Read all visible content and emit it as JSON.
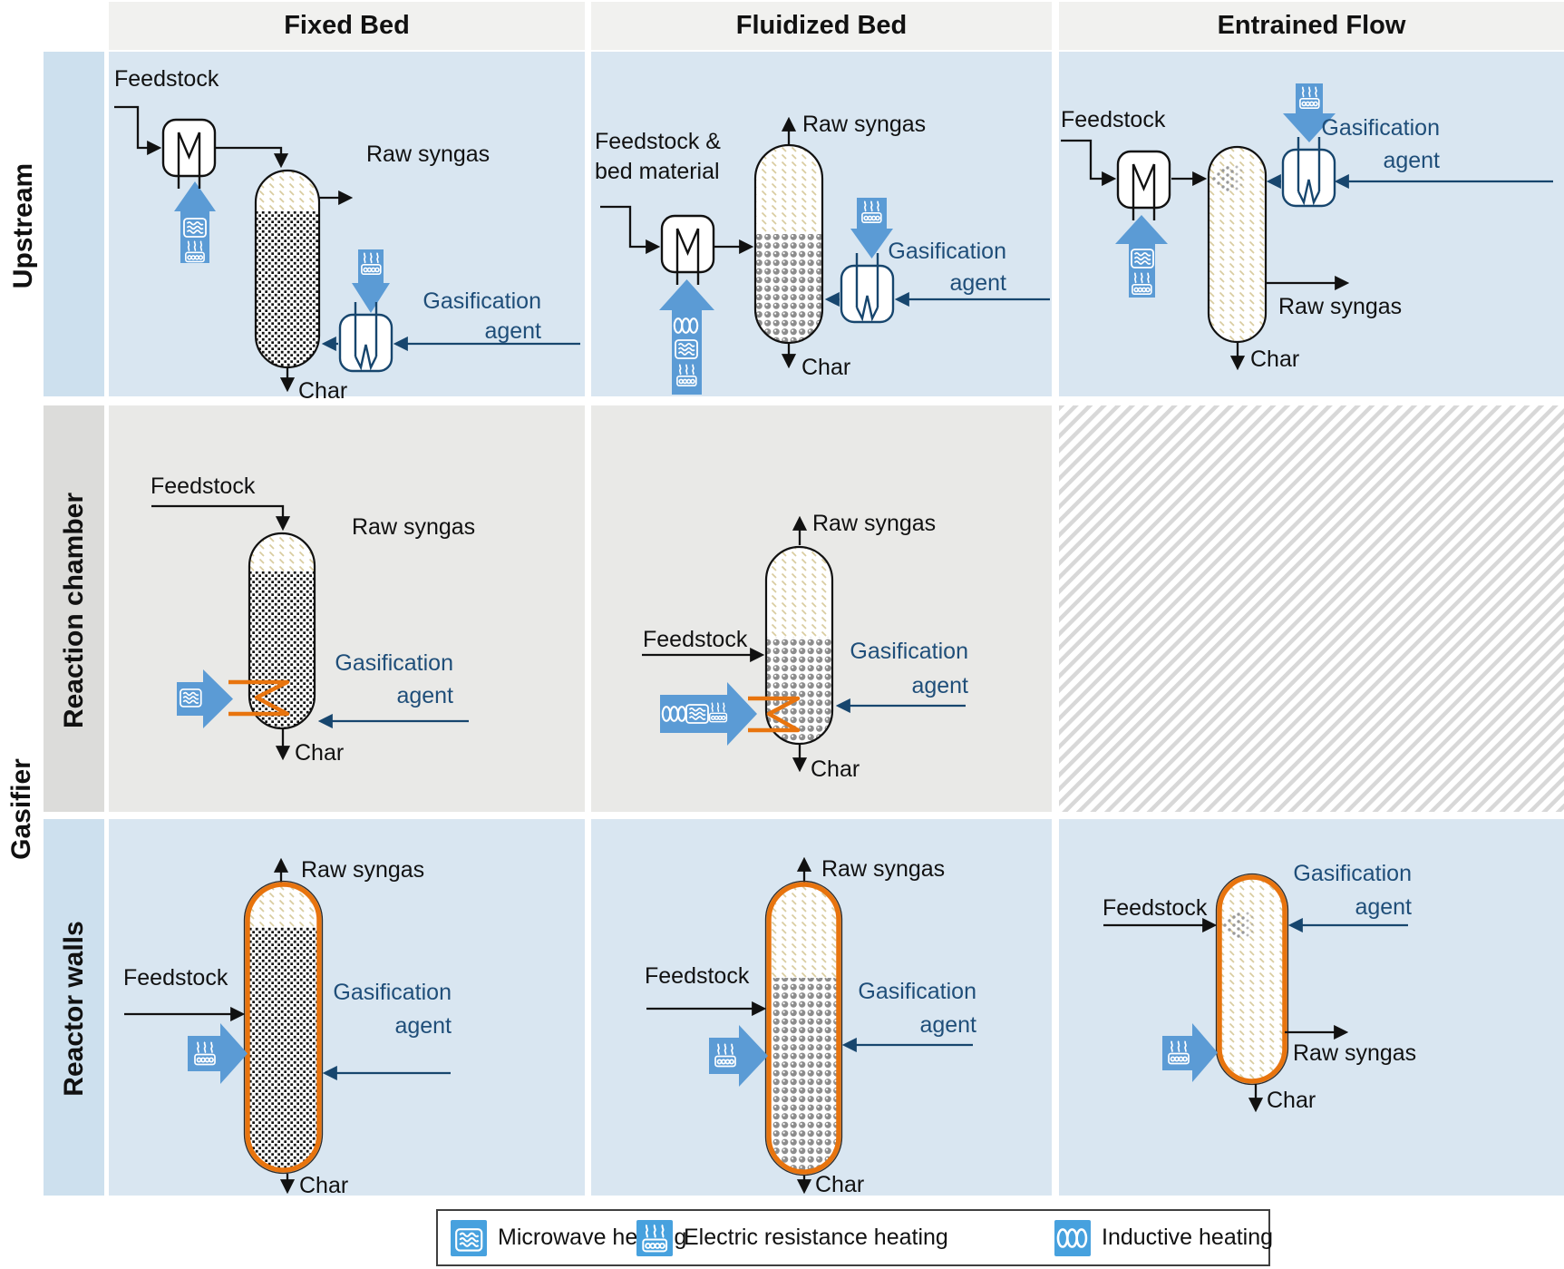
{
  "columns": [
    "Fixed Bed",
    "Fluidized Bed",
    "Entrained Flow"
  ],
  "row_groups": {
    "upstream": "Upstream",
    "gasifier": "Gasifier",
    "reaction_chamber": "Reaction chamber",
    "reactor_walls": "Reactor walls"
  },
  "labels": {
    "feedstock": "Feedstock",
    "feedstock_bed_1": "Feedstock &",
    "feedstock_bed_2": "bed material",
    "raw_syngas": "Raw syngas",
    "char": "Char",
    "gasification": "Gasification",
    "agent": "agent"
  },
  "legend": {
    "microwave": "Microwave heating",
    "electric_resistance": "Electric resistance heating",
    "inductive": "Inductive heating"
  },
  "matrix": {
    "upstream": {
      "fixed_bed": {
        "feedstock_heating": [
          "microwave",
          "electric_resistance"
        ],
        "agent_heating": [
          "electric_resistance"
        ]
      },
      "fluidized_bed": {
        "feedstock_heating": [
          "inductive",
          "microwave",
          "electric_resistance"
        ],
        "agent_heating": [
          "electric_resistance"
        ]
      },
      "entrained_flow": {
        "feedstock_heating": [
          "microwave",
          "electric_resistance"
        ],
        "agent_heating": [
          "electric_resistance"
        ]
      }
    },
    "reaction_chamber": {
      "fixed_bed": {
        "chamber_heating": [
          "microwave"
        ]
      },
      "fluidized_bed": {
        "chamber_heating": [
          "inductive",
          "microwave",
          "electric_resistance"
        ]
      },
      "entrained_flow": "not_applicable"
    },
    "reactor_walls": {
      "fixed_bed": {
        "wall_heating": [
          "electric_resistance"
        ]
      },
      "fluidized_bed": {
        "wall_heating": [
          "electric_resistance"
        ]
      },
      "entrained_flow": {
        "wall_heating": [
          "electric_resistance"
        ]
      }
    }
  },
  "colors": {
    "arrow_blue": "#5b9bd5",
    "legend_icon_blue": "#47a1de",
    "navy_text": "#1f4e79",
    "navy_line": "#17466e",
    "orange_coil": "#e8740e",
    "row_blue": "#d9e6f1",
    "row_gray": "#e9e9e7",
    "label_strip_blue": "#cde0ee",
    "label_strip_gray": "#dcdcda",
    "header_bg": "#f1f1ef",
    "freeboard_hatch_tan": "#d9cc9f",
    "fixed_bed_dots": "#111111",
    "fluidized_bed_dots": "#8d8d8d",
    "na_hatch_gray": "#d8d8d8"
  }
}
